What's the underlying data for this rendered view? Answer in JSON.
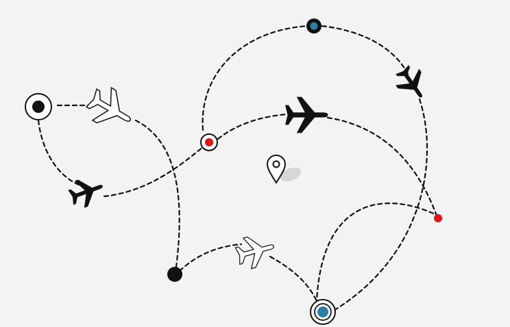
{
  "scene": {
    "background": "#f3f3f3",
    "colors": {
      "route": "#111111",
      "red_marker": "#e0141b",
      "blue_marker": "#2e7ea6",
      "black_marker": "#111111",
      "pin_shadow": "#d6d6d6"
    },
    "markers": [
      {
        "name": "black-ring-marker"
      },
      {
        "name": "blue-dot-marker-top"
      },
      {
        "name": "red-ring-marker-center"
      },
      {
        "name": "black-dot-marker-bottom"
      },
      {
        "name": "blue-ring-marker-bottom"
      },
      {
        "name": "red-dot-marker-right"
      }
    ],
    "airplanes": [
      {
        "name": "airplane-outline-icon-top-left",
        "style": "outline"
      },
      {
        "name": "airplane-solid-icon-left",
        "style": "solid"
      },
      {
        "name": "airplane-solid-icon-center",
        "style": "solid"
      },
      {
        "name": "airplane-solid-icon-top-right",
        "style": "solid"
      },
      {
        "name": "airplane-outline-icon-bottom",
        "style": "outline"
      }
    ],
    "pin": {
      "name": "location-pin-icon"
    }
  }
}
